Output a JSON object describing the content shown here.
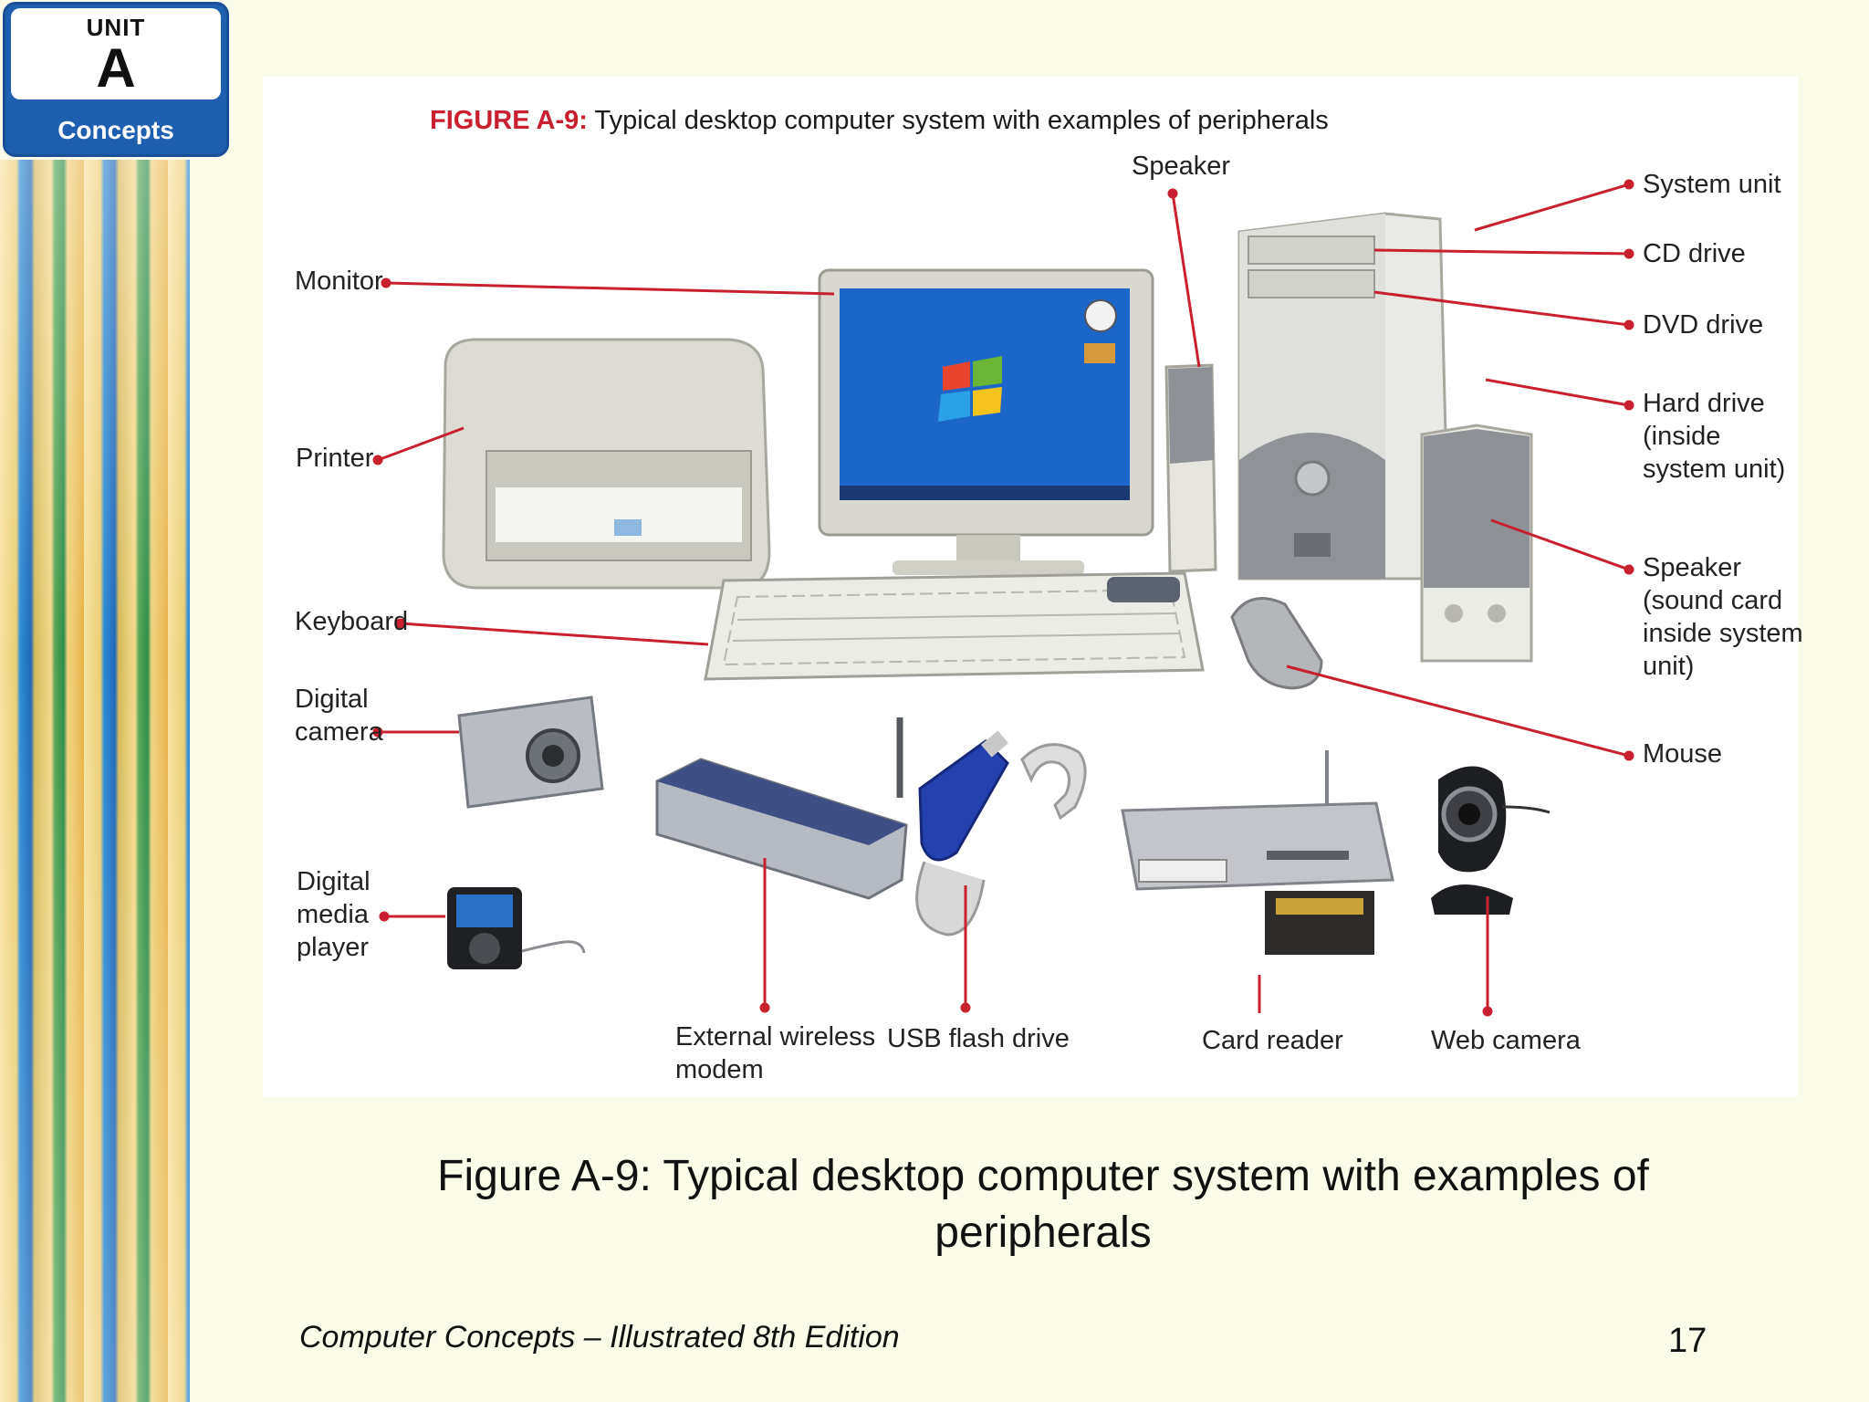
{
  "unit_badge": {
    "word": "UNIT",
    "letter": "A",
    "section": "Concepts"
  },
  "figure": {
    "title_prefix": "FIGURE A-9:",
    "title_rest": " Typical desktop computer system with examples of peripherals",
    "labels": {
      "speaker_top": "Speaker",
      "monitor": "Monitor",
      "printer": "Printer",
      "keyboard": "Keyboard",
      "digital_camera_1": "Digital",
      "digital_camera_2": "camera",
      "digital_media_1": "Digital",
      "digital_media_2": "media",
      "digital_media_3": "player",
      "system_unit": "System unit",
      "cd_drive": "CD drive",
      "dvd_drive": "DVD drive",
      "hard_drive_1": "Hard drive",
      "hard_drive_2": "(inside",
      "hard_drive_3": "system unit)",
      "speaker_right_1": "Speaker",
      "speaker_right_2": "(sound card",
      "speaker_right_3": "inside system",
      "speaker_right_4": "unit)",
      "mouse": "Mouse",
      "modem_1": "External wireless",
      "modem_2": "modem",
      "usb": "USB flash drive",
      "card_reader": "Card reader",
      "web_camera": "Web camera"
    },
    "colors": {
      "leader_line": "#c8202f",
      "title_red": "#c8202f"
    }
  },
  "caption": "Figure A-9: Typical desktop computer system with examples of peripherals",
  "footer": "Computer Concepts – Illustrated 8th Edition",
  "page_number": "17"
}
